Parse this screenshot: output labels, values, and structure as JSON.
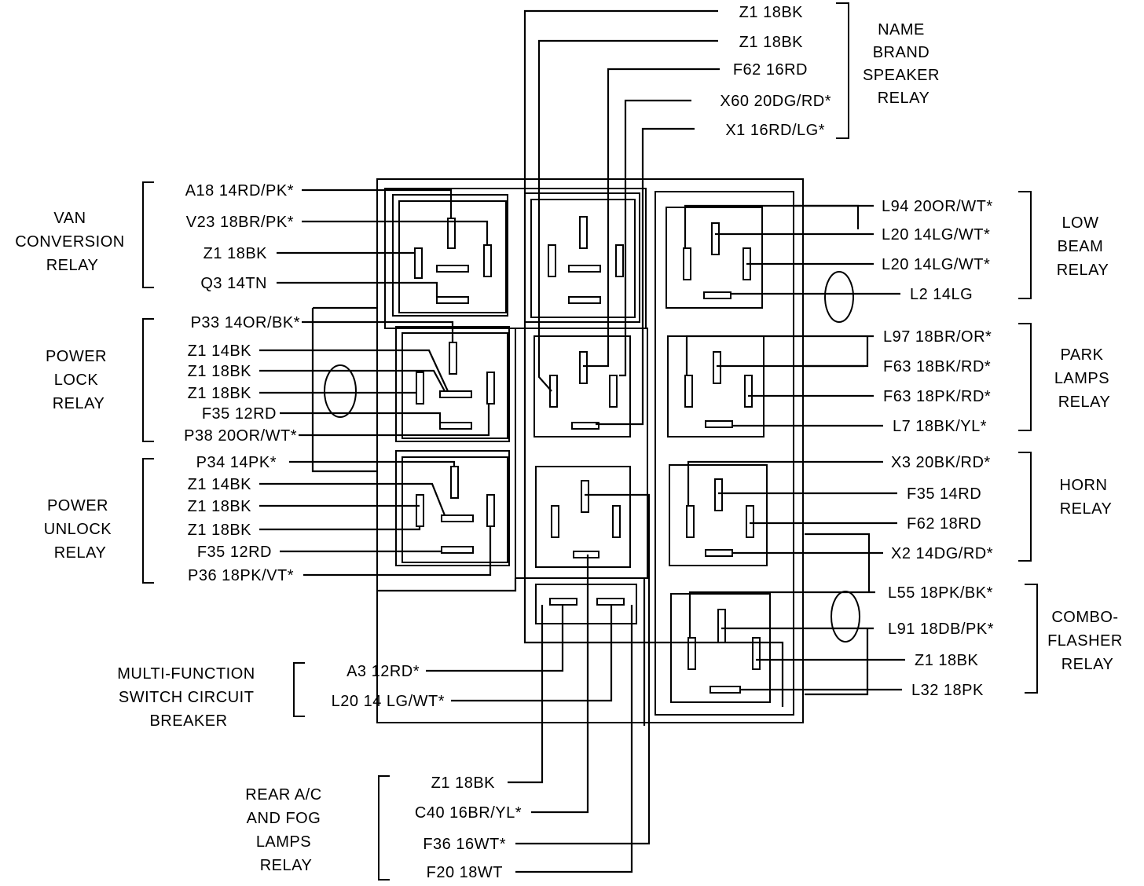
{
  "relays": {
    "name_brand_speaker": {
      "name": [
        "NAME",
        "BRAND",
        "SPEAKER",
        "RELAY"
      ],
      "wires": [
        "Z1 18BK",
        "Z1 18BK",
        "F62 16RD",
        "X60 20DG/RD*",
        "X1 16RD/LG*"
      ]
    },
    "van_conversion": {
      "name": [
        "VAN",
        "CONVERSION",
        "RELAY"
      ],
      "wires": [
        "A18 14RD/PK*",
        "V23 18BR/PK*",
        "Z1 18BK",
        "Q3 14TN"
      ]
    },
    "power_lock": {
      "name": [
        "POWER",
        "LOCK",
        "RELAY"
      ],
      "wires": [
        "P33 14OR/BK*",
        "Z1 14BK",
        "Z1 18BK",
        "Z1 18BK",
        "F35 12RD",
        "P38 20OR/WT*"
      ]
    },
    "power_unlock": {
      "name": [
        "POWER",
        "UNLOCK",
        "RELAY"
      ],
      "wires": [
        "P34 14PK*",
        "Z1 14BK",
        "Z1 18BK",
        "Z1 18BK",
        "F35 12RD",
        "P36 18PK/VT*"
      ]
    },
    "multi_function_breaker": {
      "name": [
        "MULTI-FUNCTION",
        "SWITCH CIRCUIT",
        "BREAKER"
      ],
      "wires": [
        "A3 12RD*",
        "L20 14 LG/WT*"
      ]
    },
    "rear_ac_fog": {
      "name": [
        "REAR A/C",
        "AND FOG",
        "LAMPS",
        "RELAY"
      ],
      "wires": [
        "Z1 18BK",
        "C40 16BR/YL*",
        "F36 16WT*",
        "F20 18WT"
      ]
    },
    "low_beam": {
      "name": [
        "LOW",
        "BEAM",
        "RELAY"
      ],
      "wires": [
        "L94 20OR/WT*",
        "L20 14LG/WT*",
        "L20 14LG/WT*",
        "L2 14LG"
      ]
    },
    "park_lamps": {
      "name": [
        "PARK",
        "LAMPS",
        "RELAY"
      ],
      "wires": [
        "L97 18BR/OR*",
        "F63 18BK/RD*",
        "F63 18PK/RD*",
        "L7 18BK/YL*"
      ]
    },
    "horn": {
      "name": [
        "HORN",
        "RELAY"
      ],
      "wires": [
        "X3 20BK/RD*",
        "F35 14RD",
        "F62 18RD",
        "X2 14DG/RD*"
      ]
    },
    "combo_flasher": {
      "name": [
        "COMBO-",
        "FLASHER",
        "RELAY"
      ],
      "wires": [
        "L55 18PK/BK*",
        "L91 18DB/PK*",
        "Z1 18BK",
        "L32 18PK"
      ]
    }
  }
}
